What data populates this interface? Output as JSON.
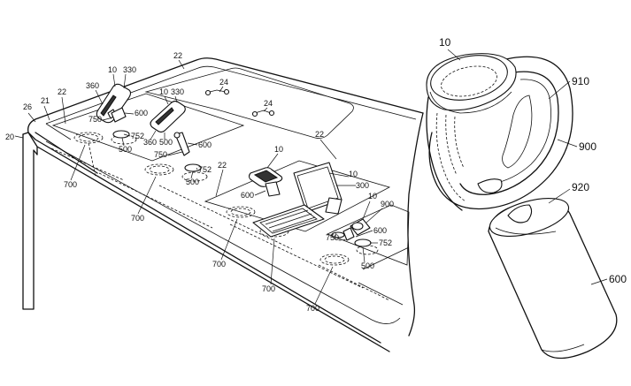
{
  "labels": {
    "l20": "20",
    "l26": "26",
    "l21": "21",
    "l22a": "22",
    "l22b": "22",
    "l22c": "22",
    "l22d": "22",
    "l10a": "10",
    "l330a": "330",
    "l360a": "360",
    "l750a": "750",
    "l600a": "600",
    "l752a": "752",
    "l500a": "500",
    "l10b": "10",
    "l330b": "330",
    "l360b": "360",
    "l500b": "500",
    "l600b": "600",
    "l750b": "750",
    "l752b": "752",
    "l500c": "500",
    "l24a": "24",
    "l24b": "24",
    "l10c": "10",
    "l600c": "600",
    "l10d": "10",
    "l300": "300",
    "l10e": "10",
    "l900": "900",
    "l600d": "600",
    "l750c": "750",
    "l752c": "752",
    "l500d": "500",
    "l700a": "700",
    "l700b": "700",
    "l700c": "700",
    "l700d": "700",
    "l700e": "700",
    "d10": "10",
    "d910": "910",
    "d900": "900",
    "d920": "920",
    "d600": "600"
  }
}
